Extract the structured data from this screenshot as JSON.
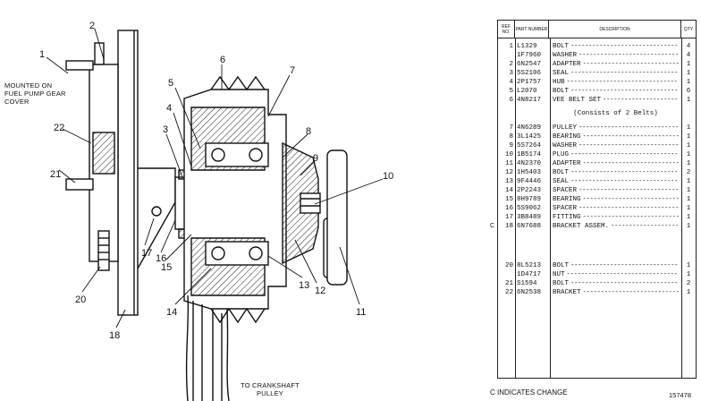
{
  "notes": {
    "mount": "MOUNTED ON FUEL PUMP GEAR COVER",
    "crank": "TO CRANKSHAFT PULLEY"
  },
  "callouts": [
    "1",
    "2",
    "3",
    "4",
    "5",
    "6",
    "7",
    "8",
    "9",
    "10",
    "11",
    "12",
    "13",
    "14",
    "15",
    "16",
    "17",
    "18",
    "20",
    "21",
    "22"
  ],
  "table": {
    "headers": {
      "ref": "REF NO.",
      "part": "PART NUMBER",
      "desc": "DESCRIPTION",
      "qty": "QTY"
    },
    "rows": [
      {
        "ref": "1",
        "part": "L1329",
        "desc": "BOLT",
        "qty": "4",
        "change": ""
      },
      {
        "ref": "",
        "part": "1F7960",
        "desc": "WASHER",
        "qty": "4",
        "change": ""
      },
      {
        "ref": "2",
        "part": "6N2547",
        "desc": "ADAPTER",
        "qty": "1",
        "change": ""
      },
      {
        "ref": "3",
        "part": "5S2106",
        "desc": "SEAL",
        "qty": "1",
        "change": ""
      },
      {
        "ref": "4",
        "part": "2P1757",
        "desc": "HUB",
        "qty": "1",
        "change": ""
      },
      {
        "ref": "5",
        "part": "L2070",
        "desc": "BOLT",
        "qty": "6",
        "change": ""
      },
      {
        "ref": "6",
        "part": "4N8217",
        "desc": "VEE BELT SET",
        "qty": "1",
        "change": ""
      },
      {
        "ref": "7",
        "part": "4N6289",
        "desc": "PULLEY",
        "qty": "1",
        "change": ""
      },
      {
        "ref": "8",
        "part": "3L1425",
        "desc": "BEARING",
        "qty": "1",
        "change": ""
      },
      {
        "ref": "9",
        "part": "5S7264",
        "desc": "WASHER",
        "qty": "1",
        "change": ""
      },
      {
        "ref": "10",
        "part": "1B5174",
        "desc": "PLUG",
        "qty": "1",
        "change": ""
      },
      {
        "ref": "11",
        "part": "4N2370",
        "desc": "ADAPTER",
        "qty": "1",
        "change": ""
      },
      {
        "ref": "12",
        "part": "1H5403",
        "desc": "BOLT",
        "qty": "2",
        "change": ""
      },
      {
        "ref": "13",
        "part": "9F4446",
        "desc": "SEAL",
        "qty": "1",
        "change": ""
      },
      {
        "ref": "14",
        "part": "2P2243",
        "desc": "SPACER",
        "qty": "1",
        "change": ""
      },
      {
        "ref": "15",
        "part": "8H9789",
        "desc": "BEARING",
        "qty": "1",
        "change": ""
      },
      {
        "ref": "16",
        "part": "5S9062",
        "desc": "SPACER",
        "qty": "1",
        "change": ""
      },
      {
        "ref": "17",
        "part": "3B8489",
        "desc": "FITTING",
        "qty": "1",
        "change": ""
      },
      {
        "ref": "18",
        "part": "6N7688",
        "desc": "BRACKET ASSEM.",
        "qty": "1",
        "change": "C"
      },
      {
        "ref": "",
        "part": "",
        "desc": "",
        "qty": "",
        "change": ""
      },
      {
        "ref": "",
        "part": "",
        "desc": "",
        "qty": "",
        "change": ""
      },
      {
        "ref": "20",
        "part": "8L5213",
        "desc": "BOLT",
        "qty": "1",
        "change": ""
      },
      {
        "ref": "",
        "part": "1D4717",
        "desc": "NUT",
        "qty": "1",
        "change": ""
      },
      {
        "ref": "21",
        "part": "S1594",
        "desc": "BOLT",
        "qty": "2",
        "change": ""
      },
      {
        "ref": "22",
        "part": "6N2538",
        "desc": "BRACKET",
        "qty": "1",
        "change": ""
      }
    ],
    "belt_note": "(Consists of 2 Belts)"
  },
  "footer": "C INDICATES CHANGE",
  "figure_number": "157478"
}
